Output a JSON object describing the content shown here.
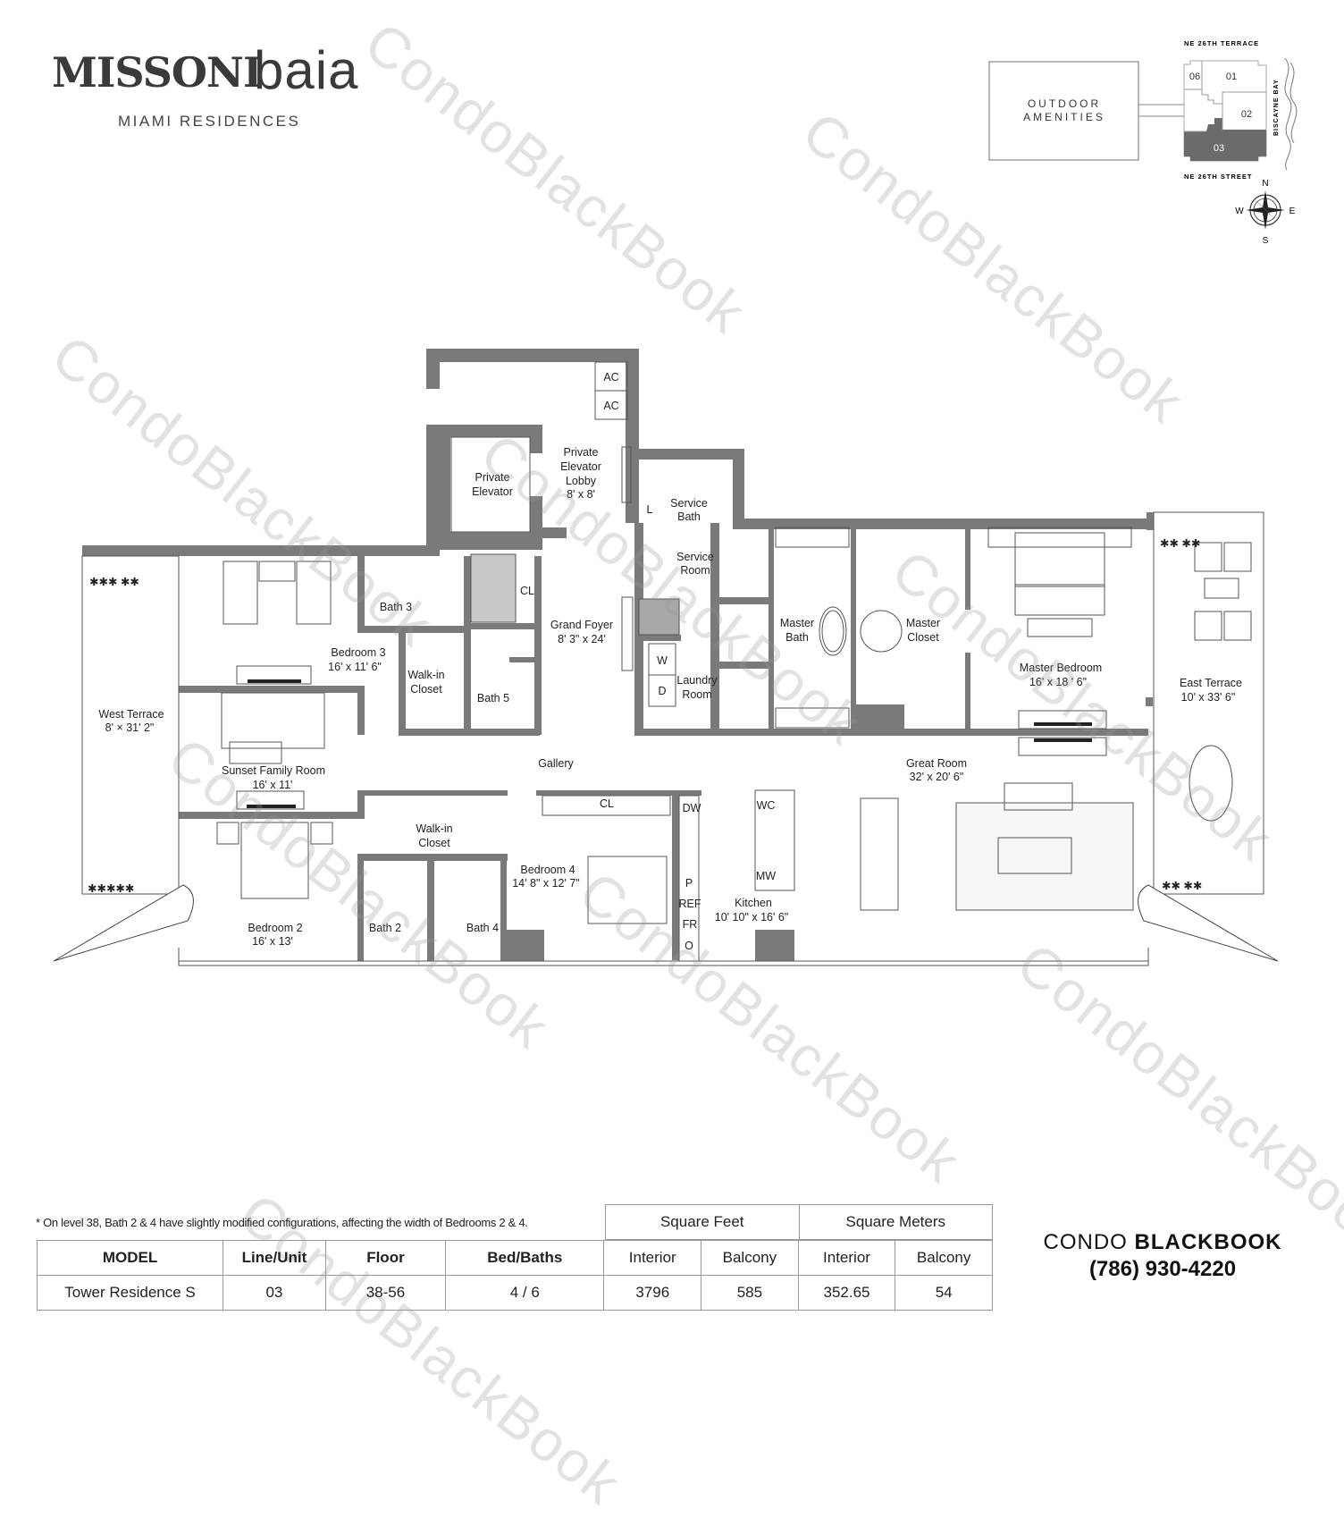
{
  "header": {
    "brand_primary": "MISSONI",
    "brand_secondary": "baia",
    "brand_subtitle": "MIAMI RESIDENCES"
  },
  "key_plan": {
    "street_north": "NE 26TH TERRACE",
    "street_south": "NE 26TH STREET",
    "bay_label": "BISCAYNE BAY",
    "amenities_line1": "OUTDOOR",
    "amenities_line2": "AMENITIES",
    "units": [
      "06",
      "01",
      "02",
      "03"
    ],
    "highlighted_unit": "03",
    "highlight_color": "#6b6b6b",
    "compass": {
      "n": "N",
      "s": "S",
      "e": "E",
      "w": "W"
    }
  },
  "floor_plan": {
    "wall_color": "#7a7a7a",
    "rooms": {
      "private_elevator": {
        "name1": "Private",
        "name2": "Elevator"
      },
      "private_elevator_lobby": {
        "name1": "Private",
        "name2": "Elevator",
        "name3": "Lobby",
        "dims": "8' x 8'"
      },
      "ac1": "AC",
      "ac2": "AC",
      "service_bath": {
        "name1": "Service",
        "name2": "Bath"
      },
      "linen": "L",
      "service_room": {
        "name1": "Service",
        "name2": "Room"
      },
      "bath3": "Bath 3",
      "closet_cl_top": "CL",
      "grand_foyer": {
        "name": "Grand Foyer",
        "dims": "8' 3\" x 24'"
      },
      "bedroom3": {
        "name": "Bedroom 3",
        "dims": "16' x 11' 6\""
      },
      "walkin_closet_top": {
        "name1": "Walk-in",
        "name2": "Closet"
      },
      "bath5": "Bath 5",
      "laundry": {
        "name1": "Laundry",
        "name2": "Room",
        "washer": "W",
        "dryer": "D"
      },
      "master_bath": {
        "name1": "Master",
        "name2": "Bath"
      },
      "master_closet": {
        "name1": "Master",
        "name2": "Closet"
      },
      "master_bedroom": {
        "name": "Master Bedroom",
        "dims": "16' x 18 ' 6\""
      },
      "east_terrace": {
        "name": "East Terrace",
        "dims": "10' x 33' 6\""
      },
      "west_terrace": {
        "name": "West Terrace",
        "dims": "8' × 31' 2\""
      },
      "sunset_family_room": {
        "name": "Sunset Family Room",
        "dims": "16' x 11'"
      },
      "gallery": "Gallery",
      "great_room": {
        "name": "Great Room",
        "dims": "32' x 20' 6\""
      },
      "walkin_closet_bottom": {
        "name1": "Walk-in",
        "name2": "Closet"
      },
      "closet_cl_bottom": "CL",
      "bedroom4": {
        "name": "Bedroom 4",
        "dims": "14' 8\" x 12' 7\""
      },
      "bedroom2": {
        "name": "Bedroom 2",
        "dims": "16' x 13'"
      },
      "bath2": "Bath 2",
      "bath4": "Bath 4",
      "kitchen": {
        "name": "Kitchen",
        "dims": "10' 10\" x 16' 6\"",
        "dw": "DW",
        "p": "P",
        "ref": "REF",
        "fr": "FR",
        "o": "O",
        "wc": "WC",
        "mw": "MW"
      }
    }
  },
  "footnote": "* On level 38, Bath 2 & 4 have slightly modified configurations, affecting the width of Bedrooms 2 & 4.",
  "spec_table": {
    "group_headers": {
      "sqft": "Square Feet",
      "sqm": "Square Meters"
    },
    "headers": [
      "MODEL",
      "Line/Unit",
      "Floor",
      "Bed/Baths",
      "Interior",
      "Balcony",
      "Interior",
      "Balcony"
    ],
    "row": [
      "Tower Residence S",
      "03",
      "38-56",
      "4 / 6",
      "3796",
      "585",
      "352.65",
      "54"
    ]
  },
  "contact": {
    "brand_light": "CONDO",
    "brand_bold": "BLACKBOOK",
    "phone": "(786) 930-4220"
  },
  "watermark": "CondoBlackBook"
}
